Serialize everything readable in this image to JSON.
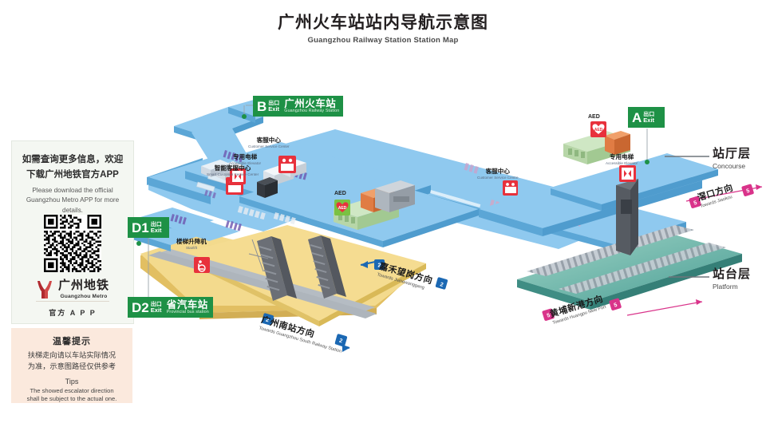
{
  "title": {
    "cn": "广州火车站站内导航示意图",
    "en": "Guangzhou Railway Station Station Map"
  },
  "info_panel": {
    "cn": "如需查询更多信息，欢迎下载广州地铁官方APP",
    "cn_line1": "如需查询更多信息，欢迎",
    "cn_line2": "下载广州地铁官方APP",
    "en": "Please download the official Guangzhou Metro APP for more details.",
    "qr_name": "qr-code",
    "logo": {
      "cn": "广州地铁",
      "en": "Guangzhou Metro",
      "sub": "官方 A P P"
    }
  },
  "tips": {
    "title_cn": "温馨提示",
    "cn_line1": "扶梯走向请以车站实际情况",
    "cn_line2": "为准，示意图路径仅供参考",
    "title_en": "Tips",
    "en_line1": "The showed escalator direction",
    "en_line2": "shall be subject to the actual one."
  },
  "exits": [
    {
      "id": "exit-b",
      "letter": "B",
      "kanji": "出口",
      "en": "Exit",
      "dest_cn": "广州火车站",
      "dest_en": "Guangzhou Railway Station"
    },
    {
      "id": "exit-a",
      "letter": "A",
      "kanji": "出口",
      "en": "Exit",
      "dest_cn": "",
      "dest_en": ""
    },
    {
      "id": "exit-d1",
      "letter": "D1",
      "kanji": "出口",
      "en": "Exit",
      "dest_cn": "",
      "dest_en": ""
    },
    {
      "id": "exit-d2",
      "letter": "D2",
      "kanji": "出口",
      "en": "Exit",
      "dest_cn": "省汽车站",
      "dest_en": "Provincial bus station"
    }
  ],
  "levels": [
    {
      "cn": "站厅层",
      "en": "Concourse"
    },
    {
      "cn": "站台层",
      "en": "Platform"
    }
  ],
  "facilities": [
    {
      "id": "csc-left",
      "cn": "客服中心",
      "en": "Customer Service Center",
      "icon": "customer-service-icon"
    },
    {
      "id": "elev-left",
      "cn": "专用电梯",
      "en": "Accessible Elevator",
      "icon": "accessible-elevator-icon"
    },
    {
      "id": "smart",
      "cn": "智能客服中心",
      "en": "Smart Customer Service Center",
      "icon": "customer-service-icon"
    },
    {
      "id": "csc-right",
      "cn": "客服中心",
      "en": "Customer Service Centre",
      "icon": "customer-service-icon"
    },
    {
      "id": "aed-mid",
      "cn": "AED",
      "en": "",
      "icon": "aed-icon"
    },
    {
      "id": "aed-right",
      "cn": "AED",
      "en": "",
      "icon": "aed-icon"
    },
    {
      "id": "elev-right",
      "cn": "专用电梯",
      "en": "Accessible Elevator",
      "icon": "accessible-elevator-icon"
    },
    {
      "id": "stairlift",
      "cn": "楼梯升降机",
      "en": "Stairlift",
      "icon": "wheelchair-icon"
    }
  ],
  "directions": [
    {
      "id": "jiahe",
      "cn": "嘉禾望岗方向",
      "en": "Towards Jiahewanggang",
      "line": "2",
      "arrow": "left"
    },
    {
      "id": "gzsouth",
      "cn": "广州南站方向",
      "en": "Towards Guangzhou South Railway Station",
      "line": "2",
      "arrow": "right"
    },
    {
      "id": "jiaokou",
      "cn": "滘口方向",
      "en": "Towards Jiaokou",
      "line": "5",
      "arrow": "left"
    },
    {
      "id": "huangpu",
      "cn": "黄埔新港方向",
      "en": "Towards Huangpu New Port",
      "line": "5",
      "arrow": "right"
    }
  ],
  "line_badges": {
    "line2": "2",
    "line5": "5"
  },
  "colors": {
    "exit_green": "#1e9146",
    "concourse_floor": "#8fc9ef",
    "platform_floor": "#f2d98c",
    "facility_red": "#e8313c",
    "aed_green": "#7ac143",
    "line2_blue": "#1b68b3",
    "line5_pink": "#d9338a",
    "info_panel_bg": "#f4f7f2",
    "tips_bg": "#fbe9dd"
  }
}
